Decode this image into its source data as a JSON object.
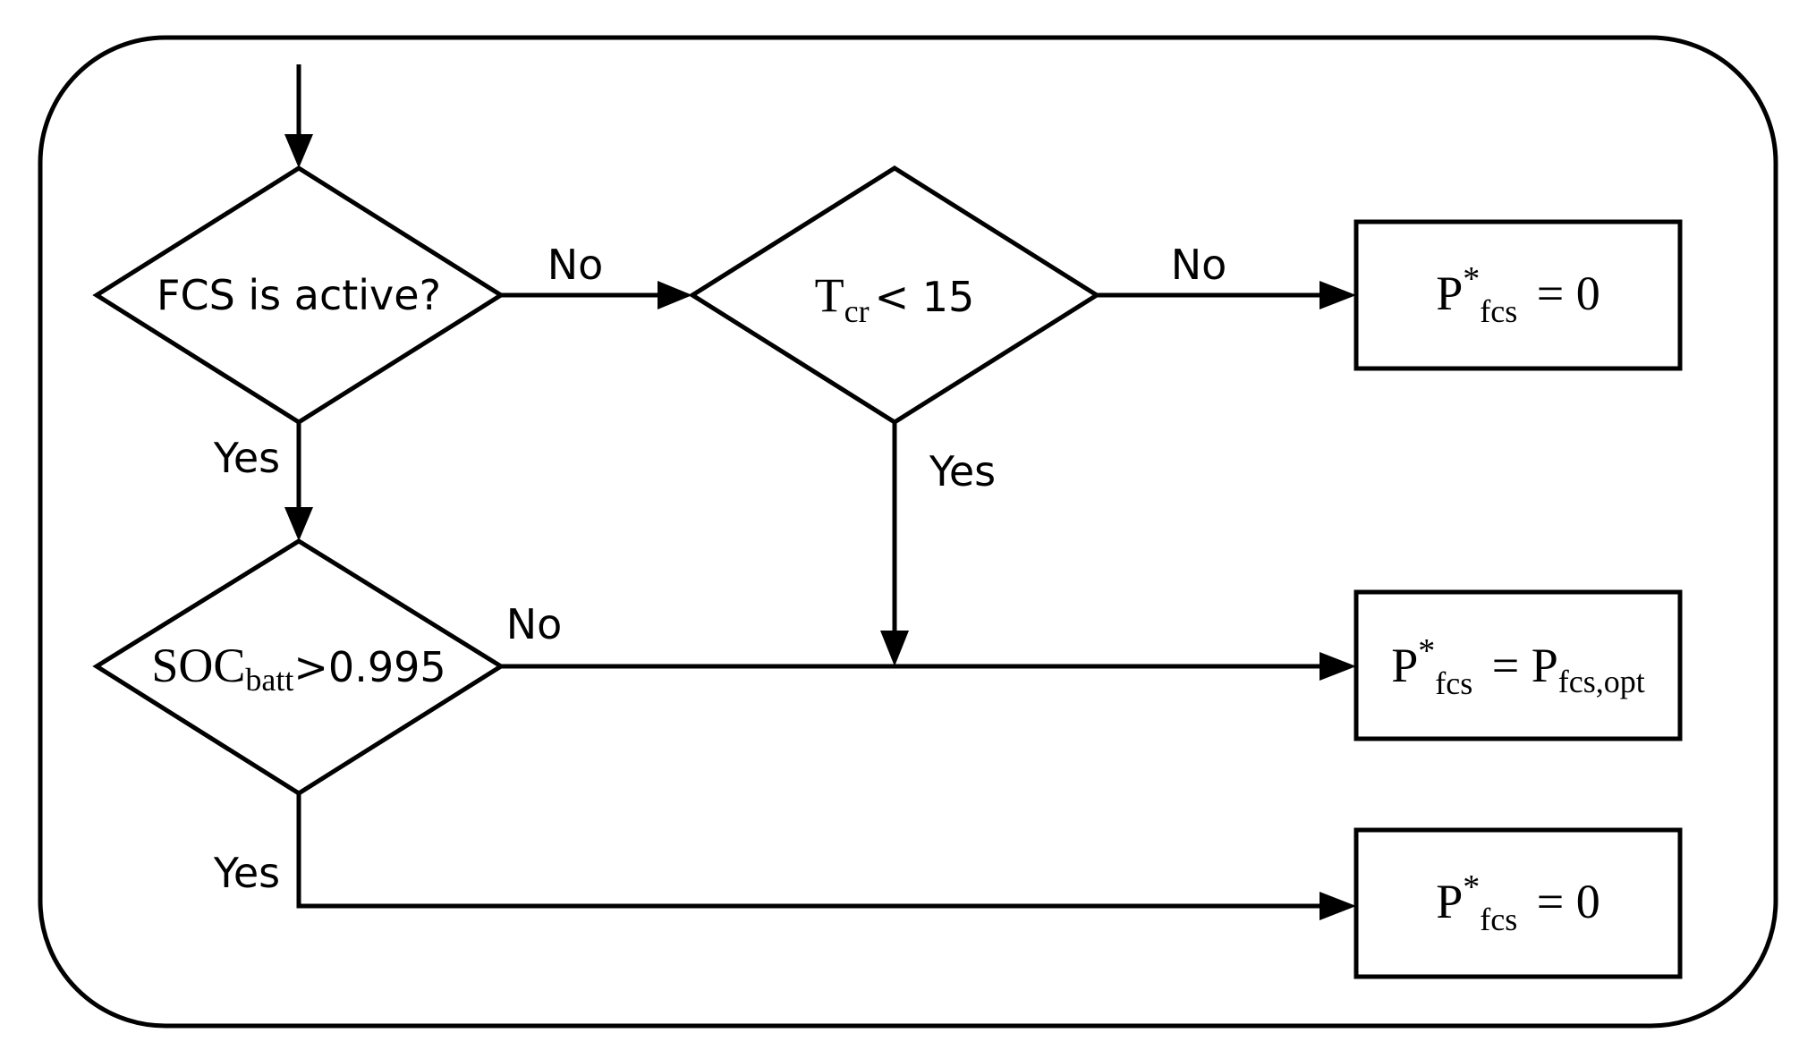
{
  "decisions": {
    "fcs_active": "FCS is active?",
    "tcr": {
      "base": "T",
      "sub": "cr",
      "rest": "< 15"
    },
    "soc": {
      "base": "SOC",
      "sub": "batt",
      "rest": ">0.995"
    }
  },
  "edge_labels": {
    "fcs_no": "No",
    "fcs_yes": "Yes",
    "tcr_no": "No",
    "tcr_yes": "Yes",
    "soc_no": "No",
    "soc_yes": "Yes"
  },
  "outputs": {
    "top": {
      "base": "P",
      "sup": "*",
      "sub": "fcs",
      "rest": " = 0"
    },
    "middle": {
      "base": "P",
      "sup": "*",
      "sub": "fcs",
      "rest": " = P",
      "sub2": "fcs,opt"
    },
    "bottom": {
      "base": "P",
      "sup": "*",
      "sub": "fcs",
      "rest": " = 0"
    }
  }
}
